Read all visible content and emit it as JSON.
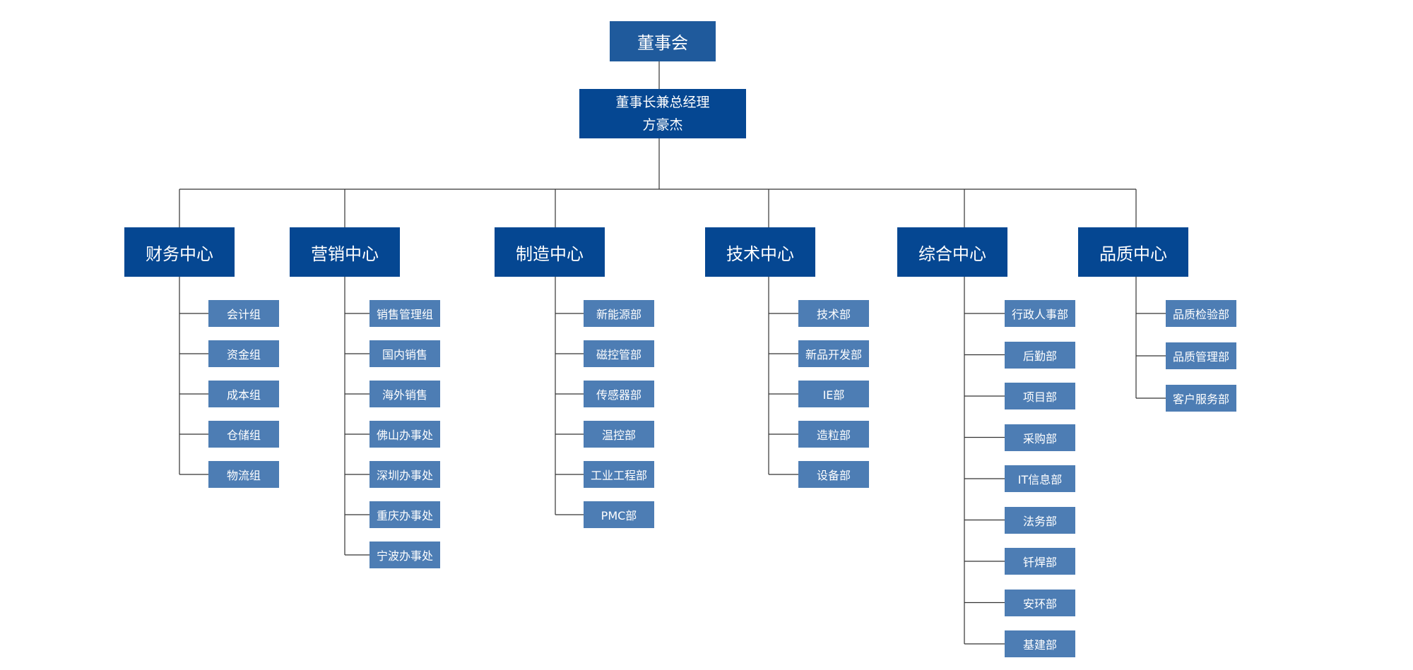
{
  "board": {
    "label": "董事会"
  },
  "chairman": {
    "title": "董事长兼总经理",
    "name": "方豪杰"
  },
  "colors": {
    "board": "#1f5a9c",
    "center": "#054792",
    "dept": "#4d7db4",
    "line": "#333333"
  },
  "centers": [
    {
      "label": "财务中心",
      "departments": [
        "会计组",
        "资金组",
        "成本组",
        "仓储组",
        "物流组"
      ]
    },
    {
      "label": "营销中心",
      "departments": [
        "销售管理组",
        "国内销售",
        "海外销售",
        "佛山办事处",
        "深圳办事处",
        "重庆办事处",
        "宁波办事处"
      ]
    },
    {
      "label": "制造中心",
      "departments": [
        "新能源部",
        "磁控管部",
        "传感器部",
        "温控部",
        "工业工程部",
        "PMC部"
      ]
    },
    {
      "label": "技术中心",
      "departments": [
        "技术部",
        "新品开发部",
        "IE部",
        "造粒部",
        "设备部"
      ]
    },
    {
      "label": "综合中心",
      "departments": [
        "行政人事部",
        "后勤部",
        "项目部",
        "采购部",
        "IT信息部",
        "法务部",
        "钎焊部",
        "安环部",
        "基建部"
      ]
    },
    {
      "label": "品质中心",
      "departments": [
        "品质检验部",
        "品质管理部",
        "客户服务部"
      ]
    }
  ]
}
